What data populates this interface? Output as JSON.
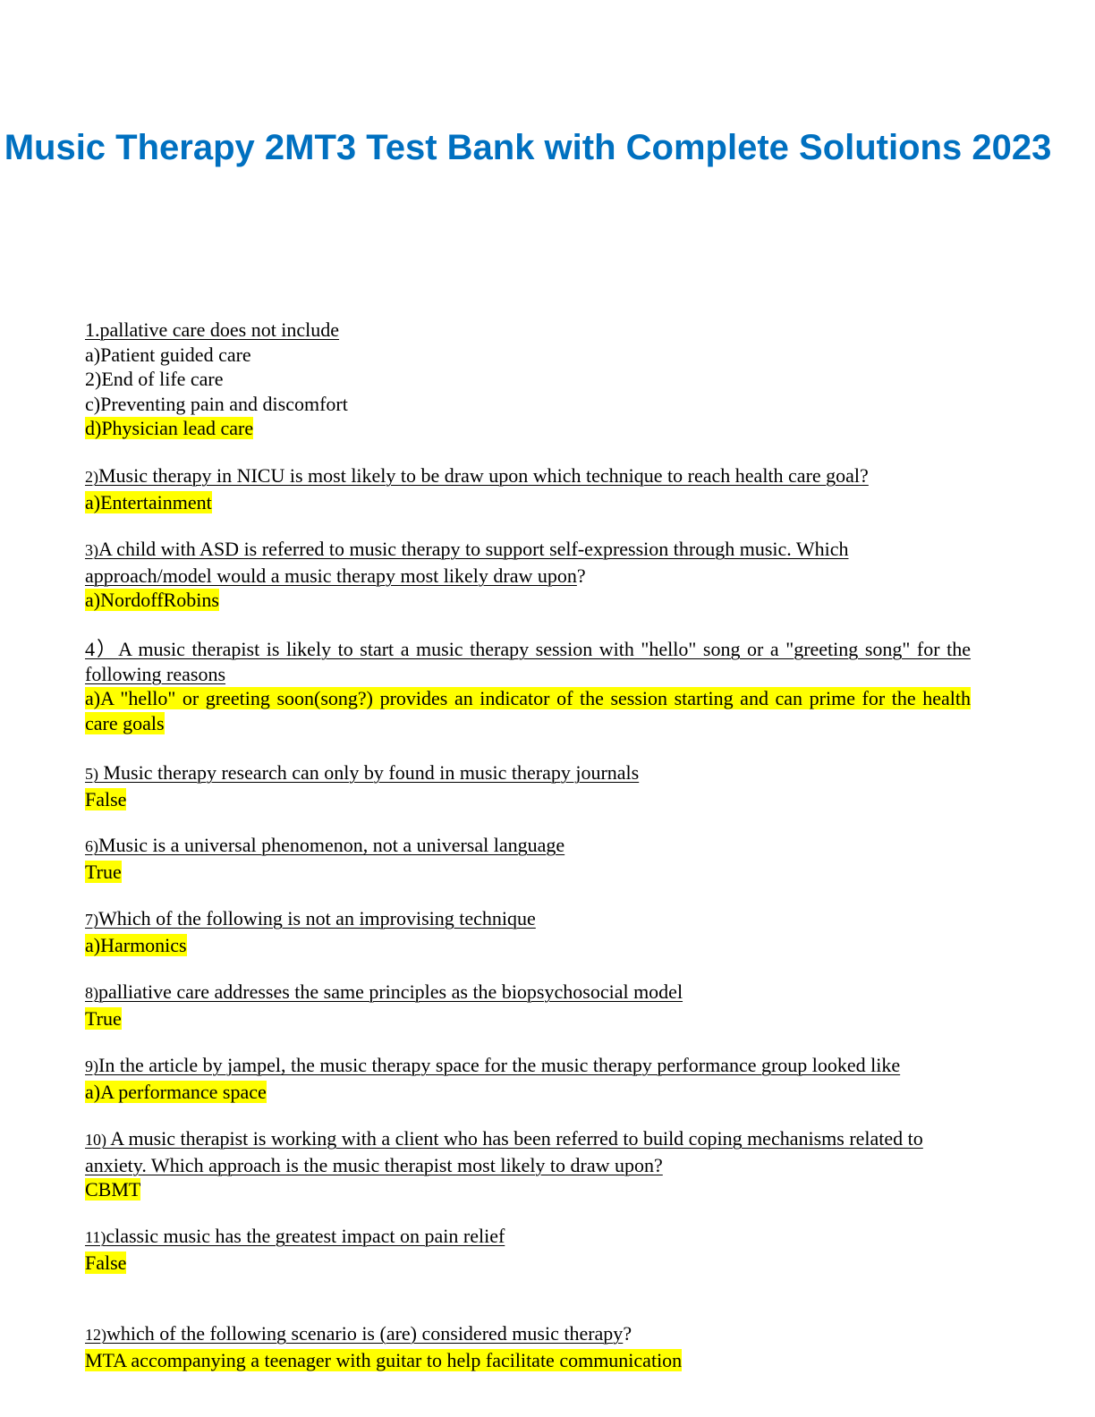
{
  "title": "Music Therapy 2MT3 Test Bank with Complete Solutions 2023",
  "questions": [
    {
      "num": "1.",
      "text": "pallative care does not include",
      "options": [
        "a)Patient guided care",
        "2)End of life care",
        "c)Preventing pain and discomfort"
      ],
      "answer": "d)Physician lead care"
    },
    {
      "num": "2)",
      "text": "Music therapy in NICU is most likely to be draw upon which technique to reach health care goal?",
      "answer": "a)Entertainment"
    },
    {
      "num": "3)",
      "text": "A child with ASD is referred to music therapy to support self-expression through music. Which approach/model would a music therapy most likely draw upon",
      "suffix": "?",
      "answer": "a)NordoffRobins"
    },
    {
      "num": "4）",
      "text": "A music therapist is likely to start a music therapy session with \"hello\" song or a \"greeting song\" for the following reasons",
      "answer": "a)A \"hello\" or greeting soon(song?) provides an indicator of the session starting and can prime for the health care goals"
    },
    {
      "num": "5)",
      "text": " Music therapy research can only by found in music therapy journals",
      "answer": "False"
    },
    {
      "num": "6)",
      "text": "Music is a universal phenomenon, not a universal language",
      "answer": "True"
    },
    {
      "num": "7)",
      "text": "Which of the following is not an improvising technique",
      "answer": "a)Harmonics"
    },
    {
      "num": "8)",
      "text": "palliative care addresses the same principles as the biopsychosocial model",
      "answer": "True"
    },
    {
      "num": "9)",
      "text": "In the article by jampel, the music therapy space for the music therapy performance group looked like",
      "answer": "a)A performance space"
    },
    {
      "num": "10)",
      "text": " A music therapist is working with a client who has been referred to build coping mechanisms related to anxiety. Which approach is the music therapist most likely to draw upon?",
      "answer": "CBMT"
    },
    {
      "num": "11)",
      "text": "classic music has the greatest impact on pain relief",
      "answer": "False"
    },
    {
      "num": "12)",
      "text": "which of the following scenario is (are) considered music therapy",
      "suffix": "?",
      "answer": "MTA accompanying a teenager with guitar to help facilitate communication"
    }
  ]
}
